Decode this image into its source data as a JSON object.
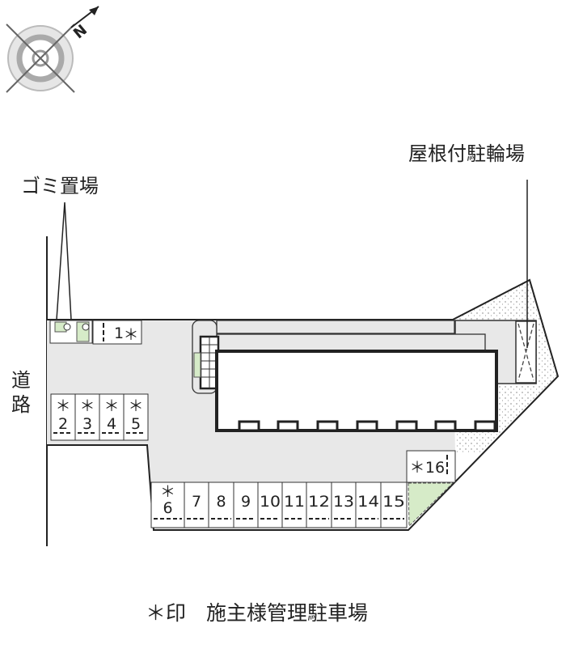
{
  "labels": {
    "garbage": "ゴミ置場",
    "bike_shed": "屋根付駐輪場",
    "road": "道路",
    "road_chars": [
      "道",
      "路"
    ],
    "compass_north": "N",
    "legend": "＊印　施主様管理駐車場"
  },
  "parking": {
    "marker": "＊",
    "slot_1": "1",
    "top_row": [
      "2",
      "3",
      "4",
      "5"
    ],
    "bottom_row": [
      "6",
      "7",
      "8",
      "9",
      "10",
      "11",
      "12",
      "13",
      "14",
      "15"
    ],
    "slot_16": "16"
  },
  "colors": {
    "paved": "#e8e8e8",
    "green": "#d6ebc8",
    "line": "#222222"
  }
}
